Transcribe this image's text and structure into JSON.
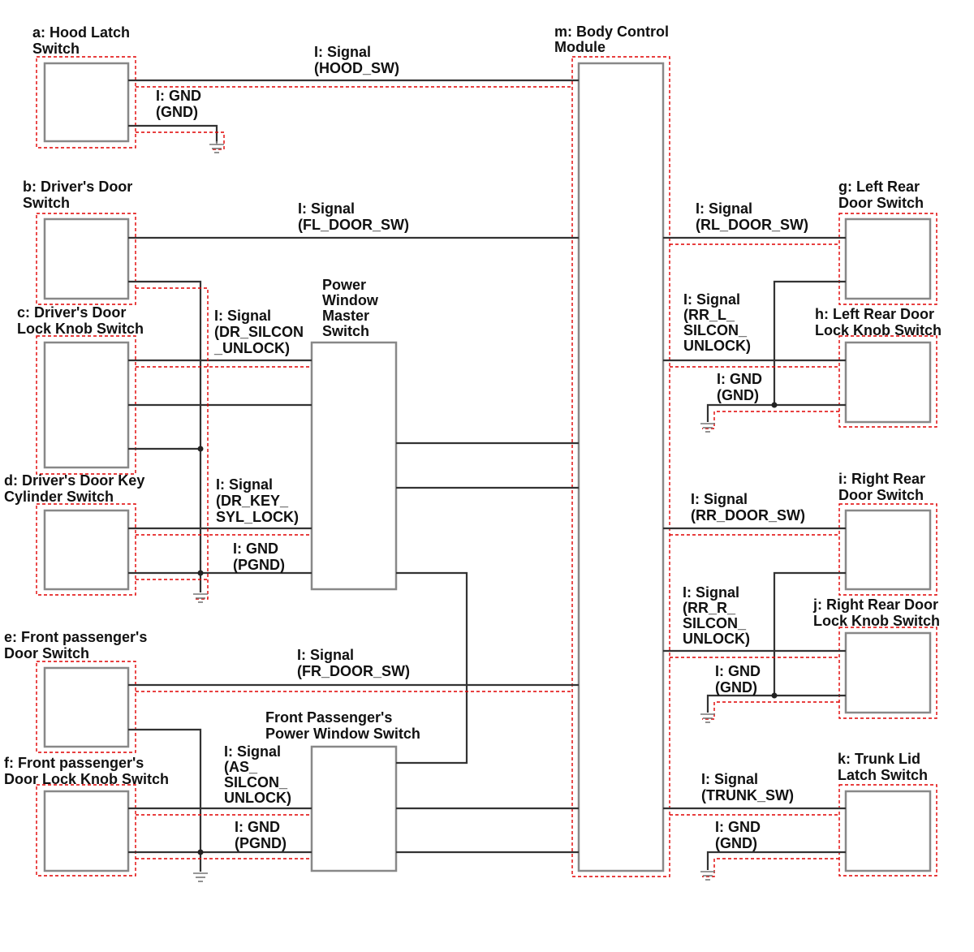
{
  "components": {
    "a": [
      "a: Hood Latch",
      "Switch"
    ],
    "b": [
      "b: Driver's Door",
      "Switch"
    ],
    "c": [
      "c: Driver's Door",
      "Lock Knob Switch"
    ],
    "d": [
      "d: Driver's Door Key",
      "Cylinder Switch"
    ],
    "e": [
      "e: Front passenger's",
      "Door Switch"
    ],
    "f": [
      "f: Front passenger's",
      "Door Lock Knob Switch"
    ],
    "g": [
      "g: Left Rear",
      "Door Switch"
    ],
    "h": [
      "h: Left Rear Door",
      "Lock Knob Switch"
    ],
    "i": [
      "i: Right Rear",
      "Door Switch"
    ],
    "j": [
      "j: Right Rear Door",
      "Lock Knob Switch"
    ],
    "k": [
      "k: Trunk Lid",
      "Latch Switch"
    ],
    "m": [
      "m: Body Control",
      "Module"
    ],
    "pwm": [
      "Power",
      "Window",
      "Master",
      "Switch"
    ],
    "fpw": [
      "Front Passenger's",
      "Power Window Switch"
    ]
  },
  "signals": {
    "hood_sw": [
      "I: Signal",
      "(HOOD_SW)"
    ],
    "hood_gnd": [
      "I: GND",
      "(GND)"
    ],
    "fl_door_sw": [
      "I: Signal",
      "(FL_DOOR_SW)"
    ],
    "dr_silcon_unlock": [
      "I: Signal",
      "(DR_SILCON",
      "_UNLOCK)"
    ],
    "dr_key_syl_lock": [
      "I: Signal",
      "(DR_KEY_",
      "SYL_LOCK)"
    ],
    "dr_pgnd": [
      "I: GND",
      "(PGND)"
    ],
    "fr_door_sw": [
      "I: Signal",
      "(FR_DOOR_SW)"
    ],
    "as_silcon_unlock": [
      "I: Signal",
      "(AS_",
      "SILCON_",
      "UNLOCK)"
    ],
    "as_pgnd": [
      "I: GND",
      "(PGND)"
    ],
    "rl_door_sw": [
      "I: Signal",
      "(RL_DOOR_SW)"
    ],
    "rr_l_silcon_unlock": [
      "I: Signal",
      "(RR_L_",
      "SILCON_",
      "UNLOCK)"
    ],
    "lr_gnd": [
      "I: GND",
      "(GND)"
    ],
    "rr_door_sw": [
      "I: Signal",
      "(RR_DOOR_SW)"
    ],
    "rr_r_silcon_unlock": [
      "I: Signal",
      "(RR_R_",
      "SILCON_",
      "UNLOCK)"
    ],
    "rr_gnd": [
      "I: GND",
      "(GND)"
    ],
    "trunk_sw": [
      "I: Signal",
      "(TRUNK_SW)"
    ],
    "trunk_gnd": [
      "I: GND",
      "(GND)"
    ]
  },
  "colors": {
    "dashed_outline": "#e00000",
    "wire": "#333333",
    "box_border": "#888888"
  }
}
